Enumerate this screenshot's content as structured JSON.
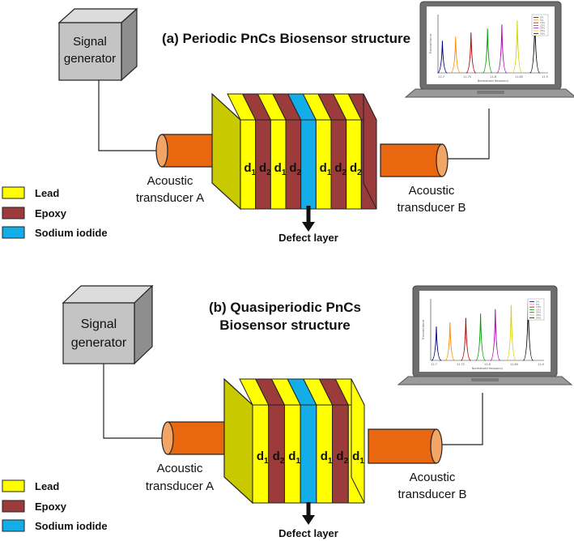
{
  "panel_a": {
    "title": "(a) Periodic PnCs Biosensor structure",
    "generator_line1": "Signal",
    "generator_line2": "generator",
    "transducer_a_line1": "Acoustic",
    "transducer_a_line2": "transducer A",
    "transducer_b_line1": "Acoustic",
    "transducer_b_line2": "transducer B",
    "defect_label": "Defect layer",
    "layers": [
      "lead",
      "epoxy",
      "lead",
      "epoxy",
      "sodium",
      "lead",
      "epoxy",
      "lead",
      "epoxy"
    ],
    "layer_labels": [
      {
        "main": "d",
        "sub": "1"
      },
      {
        "main": "d",
        "sub": "2"
      },
      {
        "main": "d",
        "sub": "1"
      },
      {
        "main": "d",
        "sub": "2"
      },
      {
        "main": "d",
        "sub": "1"
      },
      {
        "main": "d",
        "sub": "2"
      },
      {
        "main": "d",
        "sub": "2"
      }
    ],
    "legend": [
      {
        "label": "Lead",
        "color": "#ffff00"
      },
      {
        "label": "Epoxy",
        "color": "#9b3b3b"
      },
      {
        "label": "Sodium iodide",
        "color": "#13aee8"
      }
    ]
  },
  "panel_b": {
    "title_line1": "(b) Quasiperiodic PnCs",
    "title_line2": "Biosensor structure",
    "generator_line1": "Signal",
    "generator_line2": "generator",
    "transducer_a_line1": "Acoustic",
    "transducer_a_line2": "transducer A",
    "transducer_b_line1": "Acoustic",
    "transducer_b_line2": "transducer B",
    "defect_label": "Defect layer",
    "layers": [
      "lead",
      "epoxy",
      "lead",
      "sodium",
      "lead",
      "epoxy",
      "lead"
    ],
    "layer_labels": [
      {
        "main": "d",
        "sub": "1"
      },
      {
        "main": "d",
        "sub": "2"
      },
      {
        "main": "d",
        "sub": "1"
      },
      {
        "main": "d",
        "sub": "1"
      },
      {
        "main": "d",
        "sub": "2"
      },
      {
        "main": "d",
        "sub": "1"
      }
    ],
    "legend": [
      {
        "label": "Lead",
        "color": "#ffff00"
      },
      {
        "label": "Epoxy",
        "color": "#9b3b3b"
      },
      {
        "label": "Sodium iodide",
        "color": "#13aee8"
      }
    ]
  },
  "colors": {
    "lead": "#ffff00",
    "lead_side": "#c9c900",
    "epoxy": "#9b3b3b",
    "sodium": "#13aee8",
    "transducer": "#e8670f",
    "transducer_end": "#f3a566",
    "generator_front": "#c4c4c4",
    "generator_top": "#dcdcdc",
    "generator_side": "#8e8e8e",
    "laptop_body": "#6e6e6e",
    "laptop_base": "#9a9a9a"
  },
  "laptop_screen": {
    "x_axis_label": "Normalized frequency",
    "y_axis_label": "Transmittance",
    "peak_colors": [
      "#000080",
      "#ff8c00",
      "#b00000",
      "#00a000",
      "#b000b0",
      "#d4d400",
      "#000000"
    ],
    "a_tick_labels": [
      "11.7",
      "11.75",
      "11.8",
      "11.85",
      "11.9"
    ],
    "b_tick_labels": [
      "11.7",
      "11.72",
      "11.8",
      "11.85",
      "11.9"
    ],
    "legend_items": [
      "0%",
      "5%",
      "10%",
      "15%",
      "20%",
      "25%",
      "30%"
    ]
  }
}
